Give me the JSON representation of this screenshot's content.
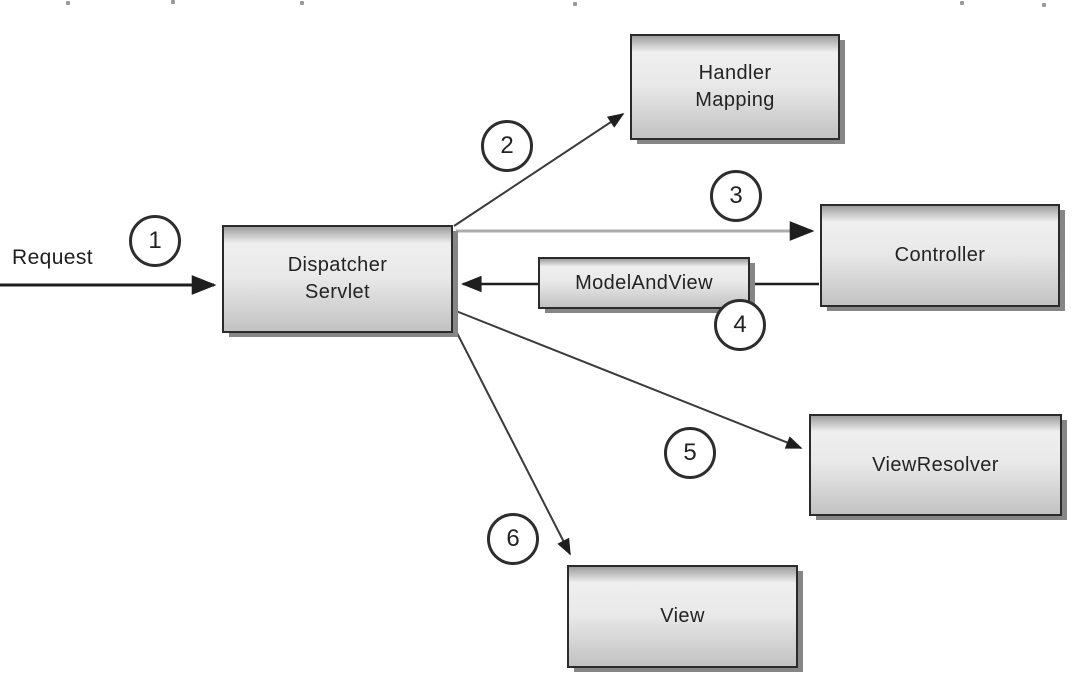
{
  "diagram": {
    "type": "flow-diagram",
    "request_label": "Request",
    "nodes": {
      "handler_mapping": {
        "line1": "Handler",
        "line2": "Mapping"
      },
      "dispatcher_servlet": {
        "line1": "Dispatcher",
        "line2": "Servlet"
      },
      "controller": {
        "label": "Controller"
      },
      "model_and_view": {
        "label": "ModelAndView"
      },
      "view_resolver": {
        "label": "ViewResolver"
      },
      "view": {
        "label": "View"
      }
    },
    "steps": [
      "1",
      "2",
      "3",
      "4",
      "5",
      "6"
    ],
    "edges": [
      {
        "step": "1",
        "from": "request",
        "to": "dispatcher_servlet",
        "line_color": "black"
      },
      {
        "step": "2",
        "from": "dispatcher_servlet",
        "to": "handler_mapping",
        "line_color": "black"
      },
      {
        "step": "3",
        "from": "dispatcher_servlet",
        "to": "controller",
        "line_color": "gray"
      },
      {
        "step": "4",
        "from": "controller",
        "to": "dispatcher_servlet",
        "via": "model_and_view",
        "line_color": "black"
      },
      {
        "step": "5",
        "from": "dispatcher_servlet",
        "to": "view_resolver",
        "line_color": "black"
      },
      {
        "step": "6",
        "from": "dispatcher_servlet",
        "to": "view",
        "line_color": "black"
      }
    ],
    "colors": {
      "background": "#ffffff",
      "box_border": "#2b2b2b",
      "box_fill_top": "#9e9e9e",
      "box_fill_light": "#efefef",
      "box_fill_bottom": "#c2c2c2",
      "box_shadow": "#868686",
      "arrow_black": "#1e1e1e",
      "arrow_gray": "#ababab",
      "text": "#232323"
    }
  }
}
